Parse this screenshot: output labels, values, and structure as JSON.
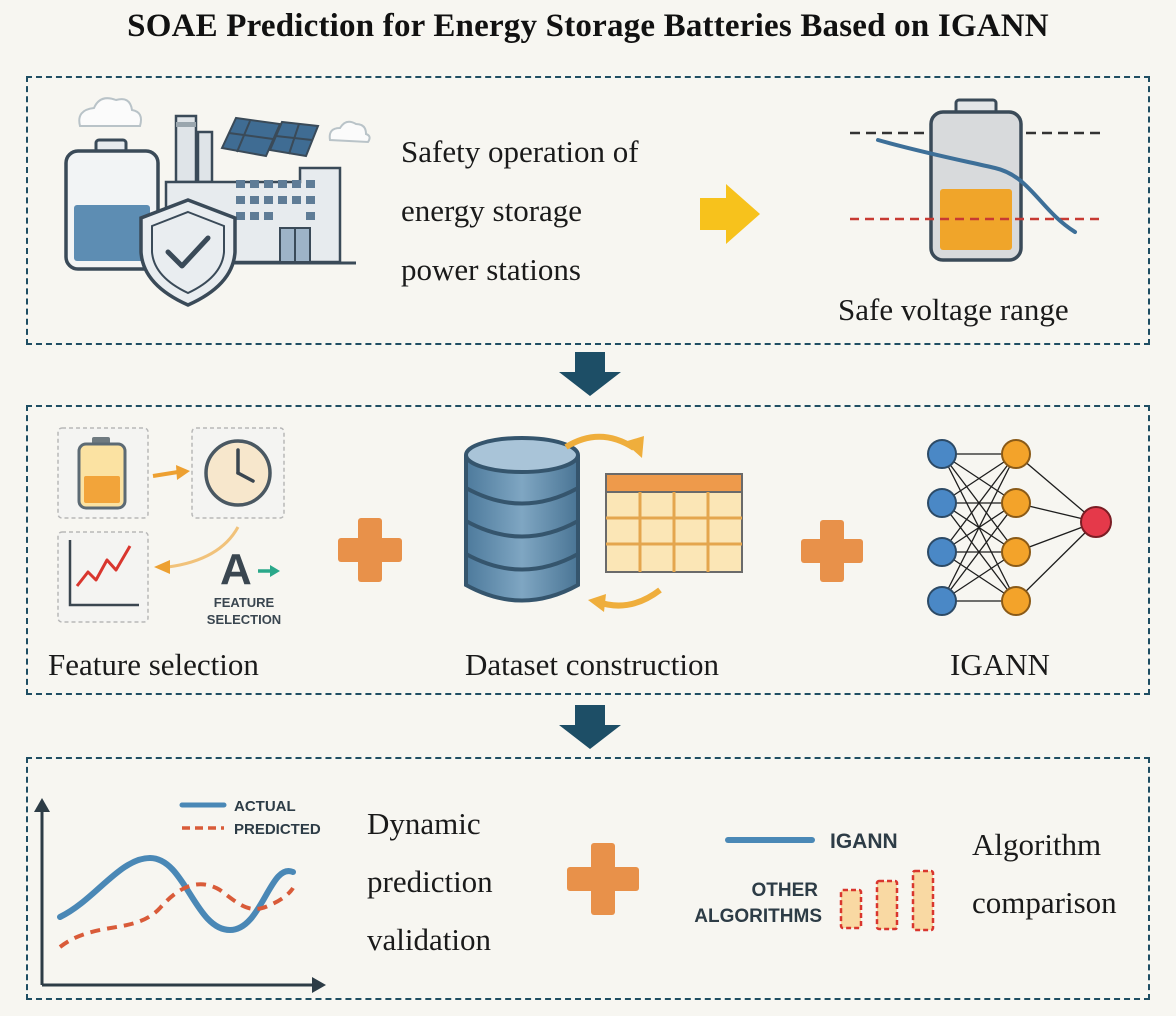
{
  "title": "SOAE Prediction for Energy Storage Batteries Based on IGANN",
  "top": {
    "text_lines": [
      "Safety operation of",
      "energy storage",
      "power stations"
    ],
    "right_label": "Safe voltage range"
  },
  "middle": {
    "feature_label": "Feature selection",
    "feature_icon_caption": [
      "FEATURE",
      "SELECTION"
    ],
    "dataset_label": "Dataset construction",
    "igann_label": "IGANN"
  },
  "bottom": {
    "legend_actual": "ACTUAL",
    "legend_predicted": "PREDICTED",
    "dyn_lines": [
      "Dynamic",
      "prediction",
      "validation"
    ],
    "igann_legend": "IGANN",
    "other_lines": [
      "OTHER",
      "ALGORITHMS"
    ],
    "algo_lines": [
      "Algorithm",
      "comparison"
    ]
  },
  "colors": {
    "frame": "#1f4e63",
    "arrow_down": "#1d4e66",
    "plus": "#e8914a",
    "yellow_arrow": "#f7c21c",
    "blue": "#4a88b6",
    "orange": "#eda031",
    "red": "#d9362e"
  }
}
